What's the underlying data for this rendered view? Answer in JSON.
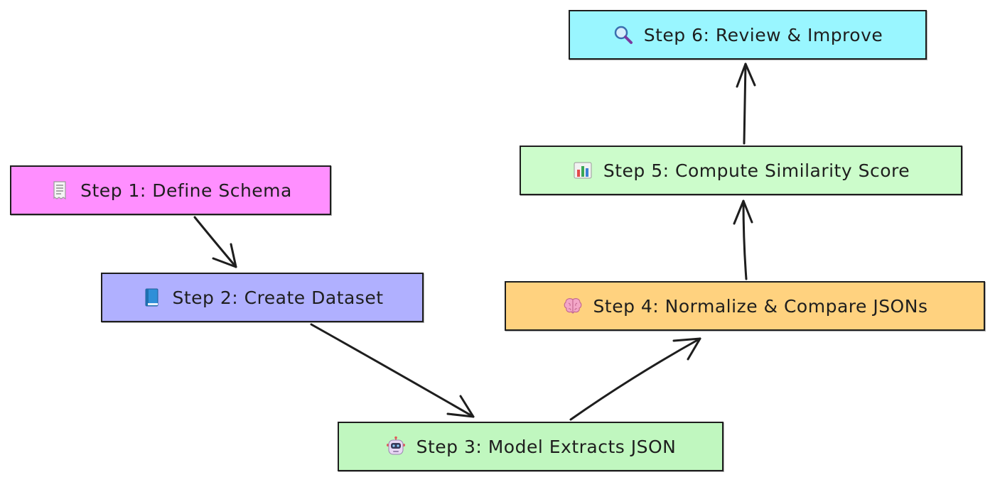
{
  "diagram": {
    "nodes": [
      {
        "id": "step-1",
        "label": "Step 1: Define Schema",
        "icon": "receipt-icon",
        "color": "#ff8fff"
      },
      {
        "id": "step-2",
        "label": "Step 2: Create Dataset",
        "icon": "blue-book-icon",
        "color": "#b0b0ff"
      },
      {
        "id": "step-3",
        "label": "Step 3: Model Extracts JSON",
        "icon": "robot-icon",
        "color": "#c0f7bf"
      },
      {
        "id": "step-4",
        "label": "Step 4: Normalize & Compare JSONs",
        "icon": "brain-icon",
        "color": "#ffd27f"
      },
      {
        "id": "step-5",
        "label": "Step 5: Compute Similarity Score",
        "icon": "bar-chart-icon",
        "color": "#ccfccb"
      },
      {
        "id": "step-6",
        "label": "Step 6: Review & Improve",
        "icon": "magnifying-glass-icon",
        "color": "#99f6ff"
      }
    ],
    "edges": [
      {
        "from": "step-1",
        "to": "step-2"
      },
      {
        "from": "step-2",
        "to": "step-3"
      },
      {
        "from": "step-3",
        "to": "step-4"
      },
      {
        "from": "step-4",
        "to": "step-5"
      },
      {
        "from": "step-5",
        "to": "step-6"
      }
    ]
  }
}
